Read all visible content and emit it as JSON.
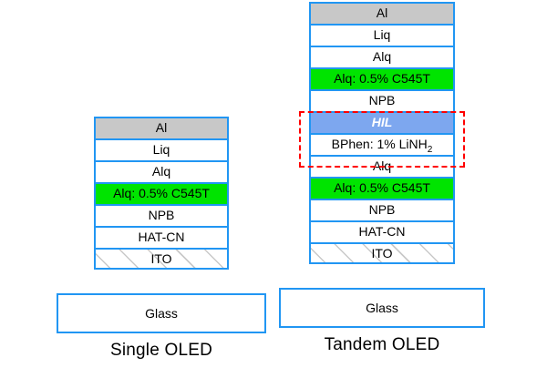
{
  "figure": {
    "title": "OLED device structures comparison",
    "colors": {
      "layer_border": "#2196f3",
      "metal_fill": "#c8c8c8",
      "emitter_fill": "#00e400",
      "hil_fill": "#7da7ef",
      "highlight_border": "#ff0000",
      "hatch_line": "#c9c9c9"
    }
  },
  "devices": [
    {
      "id": "single-oled",
      "caption": "Single OLED",
      "substrate": "Glass",
      "layers": [
        {
          "label": "Al",
          "style": "metal"
        },
        {
          "label": "Liq",
          "style": "plain"
        },
        {
          "label": "Alq",
          "style": "plain"
        },
        {
          "label": "Alq: 0.5% C545T",
          "style": "emitter"
        },
        {
          "label": "NPB",
          "style": "plain"
        },
        {
          "label": "HAT-CN",
          "style": "plain"
        },
        {
          "label": "ITO",
          "style": "ito"
        }
      ]
    },
    {
      "id": "tandem-oled",
      "caption": "Tandem OLED",
      "substrate": "Glass",
      "highlight_label": "HIL",
      "layers": [
        {
          "label": "Al",
          "style": "metal"
        },
        {
          "label": "Liq",
          "style": "plain"
        },
        {
          "label": "Alq",
          "style": "plain"
        },
        {
          "label": "Alq: 0.5% C545T",
          "style": "emitter"
        },
        {
          "label": "NPB",
          "style": "plain"
        },
        {
          "label": "HIL",
          "style": "hil"
        },
        {
          "label": "BPhen: 1% LiNH",
          "style": "plain",
          "subscript": "2"
        },
        {
          "label": "Alq",
          "style": "plain"
        },
        {
          "label": "Alq: 0.5% C545T",
          "style": "emitter"
        },
        {
          "label": "NPB",
          "style": "plain"
        },
        {
          "label": "HAT-CN",
          "style": "plain"
        },
        {
          "label": "ITO",
          "style": "ito"
        }
      ]
    }
  ]
}
